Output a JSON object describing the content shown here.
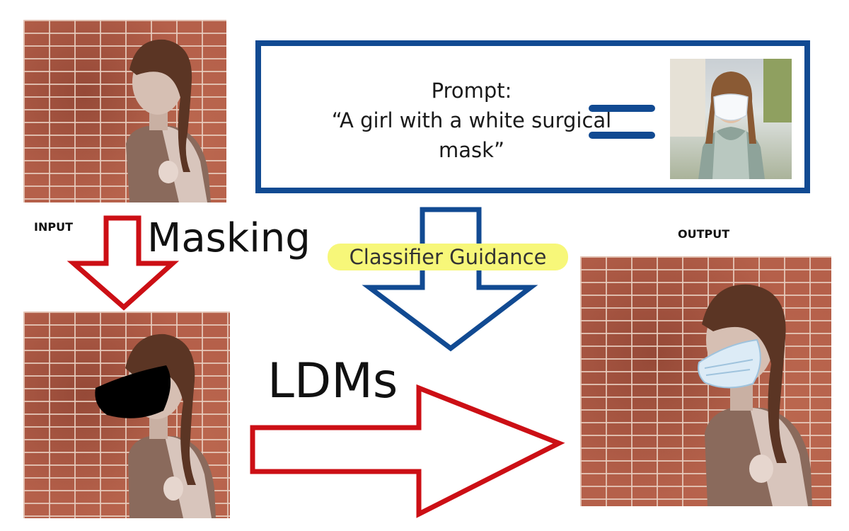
{
  "labels": {
    "input": "INPUT",
    "output": "OUTPUT",
    "masking": "Masking",
    "ldms": "LDMs",
    "classifier_guidance": "Classifier Guidance"
  },
  "prompt": {
    "heading": "Prompt:",
    "line1": "“A girl with a white surgical",
    "line2": "mask”"
  },
  "colors": {
    "prompt_border": "#114a92",
    "guidance_arrow": "#114a92",
    "process_arrow": "#cc0f15",
    "highlight": "#f7f779",
    "brick": "#b5604a"
  }
}
